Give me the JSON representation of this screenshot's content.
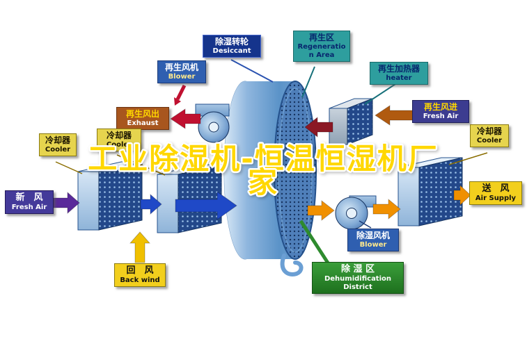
{
  "title": {
    "line1": "工业除湿机-恒温恒湿机厂",
    "line2": "家"
  },
  "labels": {
    "desiccant": {
      "zh": "除湿转轮",
      "en": "Desiccant"
    },
    "regeneration_area": {
      "zh": "再生区",
      "en": "Regeneration Area"
    },
    "regen_blower": {
      "zh": "再生风机",
      "en": "Blower"
    },
    "regen_heater": {
      "zh": "再生加热器",
      "en": "heater"
    },
    "regen_exhaust": {
      "zh": "再生风出",
      "en": "Exhaust"
    },
    "regen_fresh_air": {
      "zh": "再生风进",
      "en": "Fresh Air"
    },
    "cooler_left": {
      "zh": "冷却器",
      "en": "Cooler"
    },
    "cooler_mid": {
      "zh": "冷却器",
      "en": "Cooler"
    },
    "cooler_right": {
      "zh": "冷却器",
      "en": "Cooler"
    },
    "fresh_air": {
      "zh": "新　风",
      "en": "Fresh Air"
    },
    "back_wind": {
      "zh": "回　风",
      "en": "Back wind"
    },
    "air_supply": {
      "zh": "送　风",
      "en": "Air Supply"
    },
    "dehumid_blower": {
      "zh": "除湿风机",
      "en": "Blower"
    },
    "dehumid_district": {
      "zh": "除 湿 区",
      "en": "Dehumidification District"
    }
  },
  "colors": {
    "title_fill": "#ffd700",
    "title_outline": "#ffffff",
    "process_arrow_blue": "#1f49c7",
    "fresh_air_arrow_purple": "#5a2a9a",
    "return_air_arrow_yellow": "#f0c000",
    "supply_arrow_orange": "#f09000",
    "regen_arrow_red": "#c01030",
    "regen_arrow_maroon": "#8b1825",
    "regen_arrow_brown": "#b05a10",
    "wheel_blue": "#5b93c8",
    "dehumid_green": "#2e8b2e"
  }
}
